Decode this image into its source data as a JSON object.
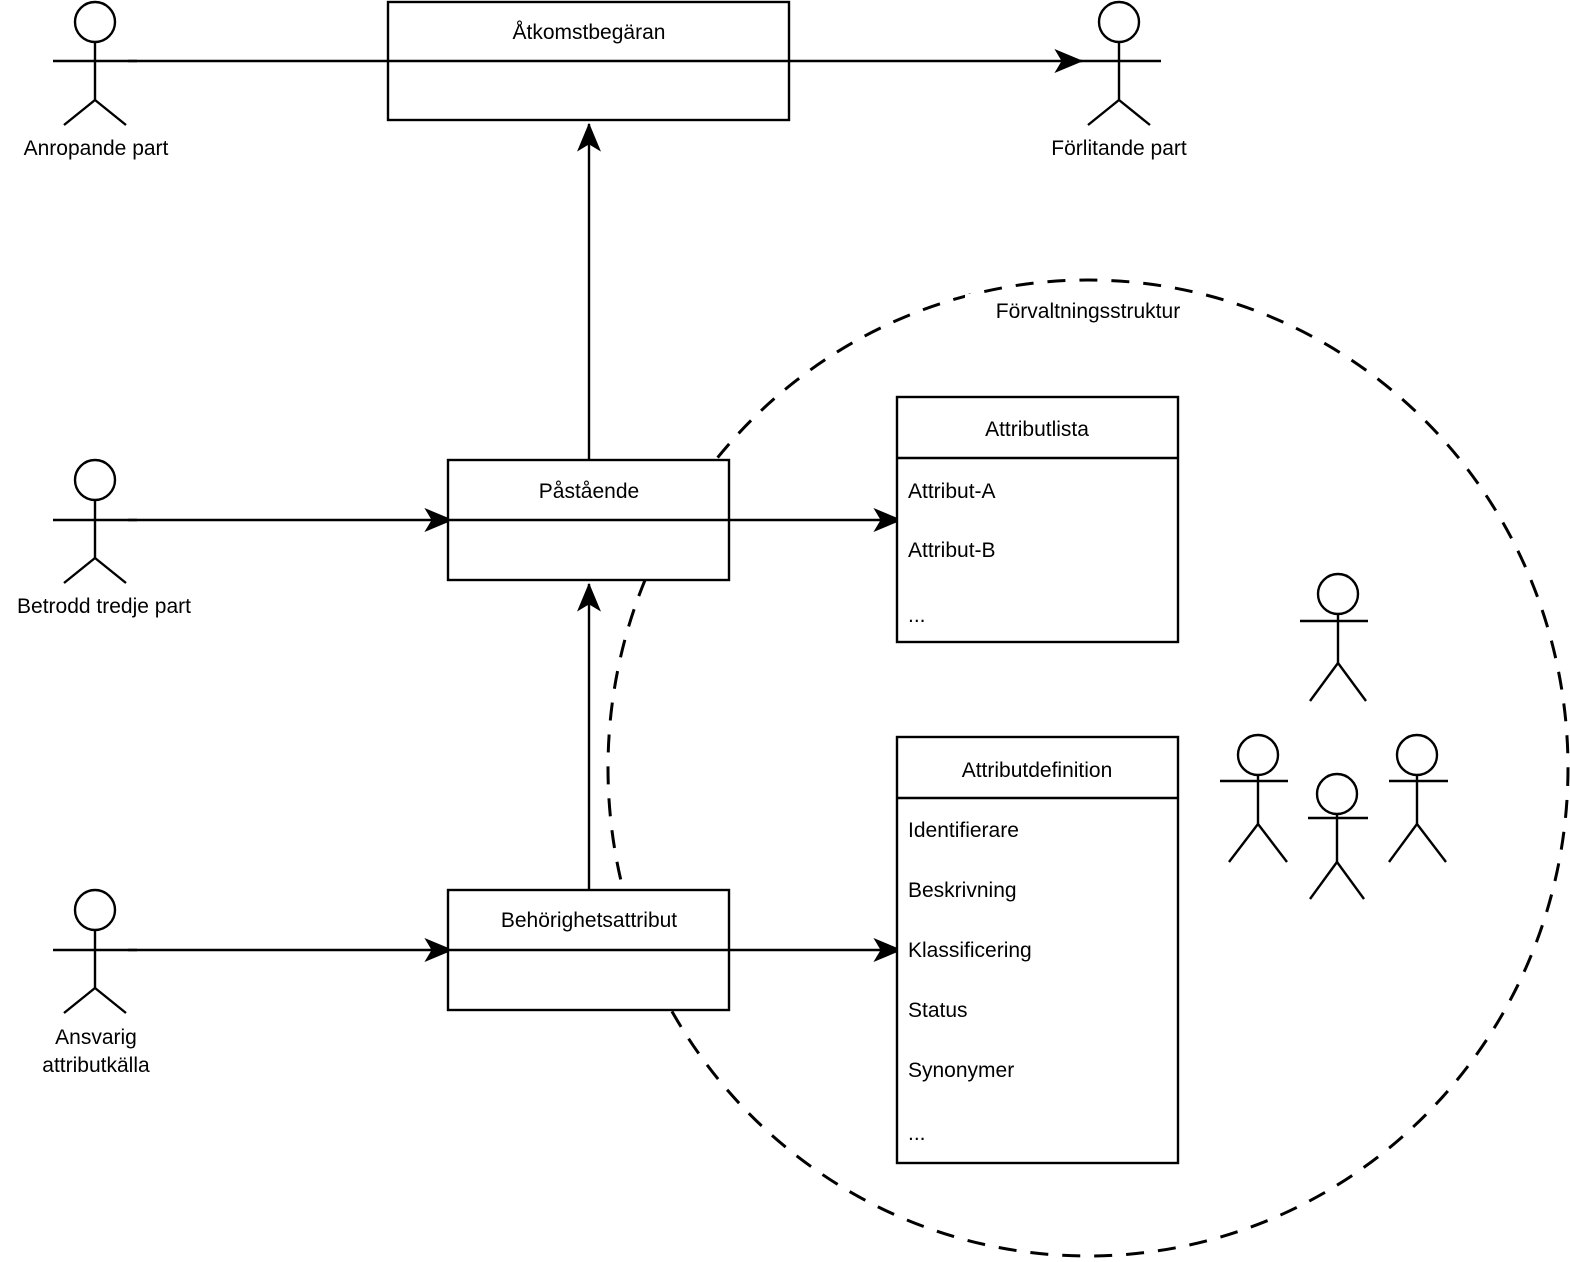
{
  "diagram": {
    "title_visible": false,
    "colors": {
      "stroke": "#000000",
      "background": "#ffffff",
      "fill": "#ffffff"
    },
    "boundary": {
      "label": "Förvaltningsstruktur",
      "shape": "dashed-ellipse"
    },
    "actors": [
      {
        "id": "anropande-part",
        "label": "Anropande part",
        "label_lines": [
          "Anropande part"
        ]
      },
      {
        "id": "forlitande-part",
        "label": "Förlitande part",
        "label_lines": [
          "Förlitande part"
        ]
      },
      {
        "id": "betrodd-tredje-part",
        "label": "Betrodd tredje part",
        "label_lines": [
          "Betrodd tredje part"
        ]
      },
      {
        "id": "ansvarig-attributkalla",
        "label": "Ansvarig attributkälla",
        "label_lines": [
          "Ansvarig",
          "attributkälla"
        ]
      },
      {
        "id": "forvaltning-person-1",
        "label": "",
        "label_lines": []
      },
      {
        "id": "forvaltning-person-2",
        "label": "",
        "label_lines": []
      },
      {
        "id": "forvaltning-person-3",
        "label": "",
        "label_lines": []
      },
      {
        "id": "forvaltning-person-4",
        "label": "",
        "label_lines": []
      }
    ],
    "boxes": [
      {
        "id": "atkomstbegaran",
        "title": "Åtkomstbegäran",
        "items": []
      },
      {
        "id": "pastaende",
        "title": "Påstående",
        "items": []
      },
      {
        "id": "behorighetsattribut",
        "title": "Behörighetsattribut",
        "items": []
      },
      {
        "id": "attributlista",
        "title": "Attributlista",
        "items": [
          "Attribut-A",
          "Attribut-B",
          "..."
        ]
      },
      {
        "id": "attributdefinition",
        "title": "Attributdefinition",
        "items": [
          "Identifierare",
          "Beskrivning",
          "Klassificering",
          "Status",
          "Synonymer",
          "..."
        ]
      }
    ],
    "connections": [
      {
        "from": "anropande-part",
        "to": "forlitande-part",
        "through": "atkomstbegaran",
        "style": "solid-arrow"
      },
      {
        "from": "pastaende",
        "to": "atkomstbegaran",
        "style": "solid-arrow-up"
      },
      {
        "from": "betrodd-tredje-part",
        "to": "pastaende",
        "style": "solid-arrow"
      },
      {
        "from": "pastaende",
        "to": "attributlista",
        "style": "solid-arrow"
      },
      {
        "from": "behorighetsattribut",
        "to": "pastaende",
        "style": "solid-arrow-up"
      },
      {
        "from": "ansvarig-attributkalla",
        "to": "behorighetsattribut",
        "style": "solid-arrow"
      },
      {
        "from": "behorighetsattribut",
        "to": "attributdefinition",
        "style": "solid-arrow"
      }
    ]
  }
}
